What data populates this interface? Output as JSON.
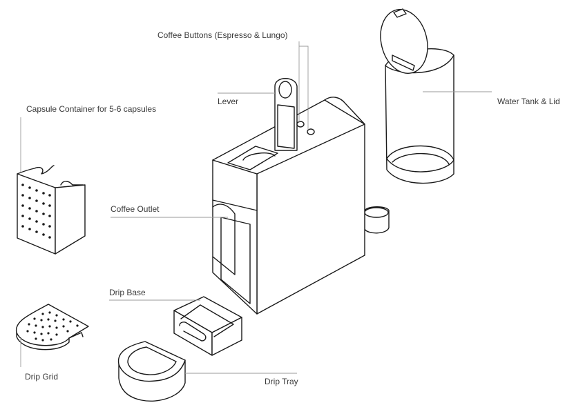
{
  "labels": {
    "coffee_buttons": "Coffee Buttons (Espresso & Lungo)",
    "lever": "Lever",
    "capsule_container": "Capsule Container for 5-6 capsules",
    "water_tank": "Water Tank & Lid",
    "coffee_outlet": "Coffee Outlet",
    "drip_base": "Drip Base",
    "drip_grid": "Drip Grid",
    "drip_tray": "Drip Tray"
  },
  "colors": {
    "line": "#1a1a1a",
    "leader": "#9a9a9a",
    "text": "#3a3a3a",
    "background": "#ffffff"
  }
}
